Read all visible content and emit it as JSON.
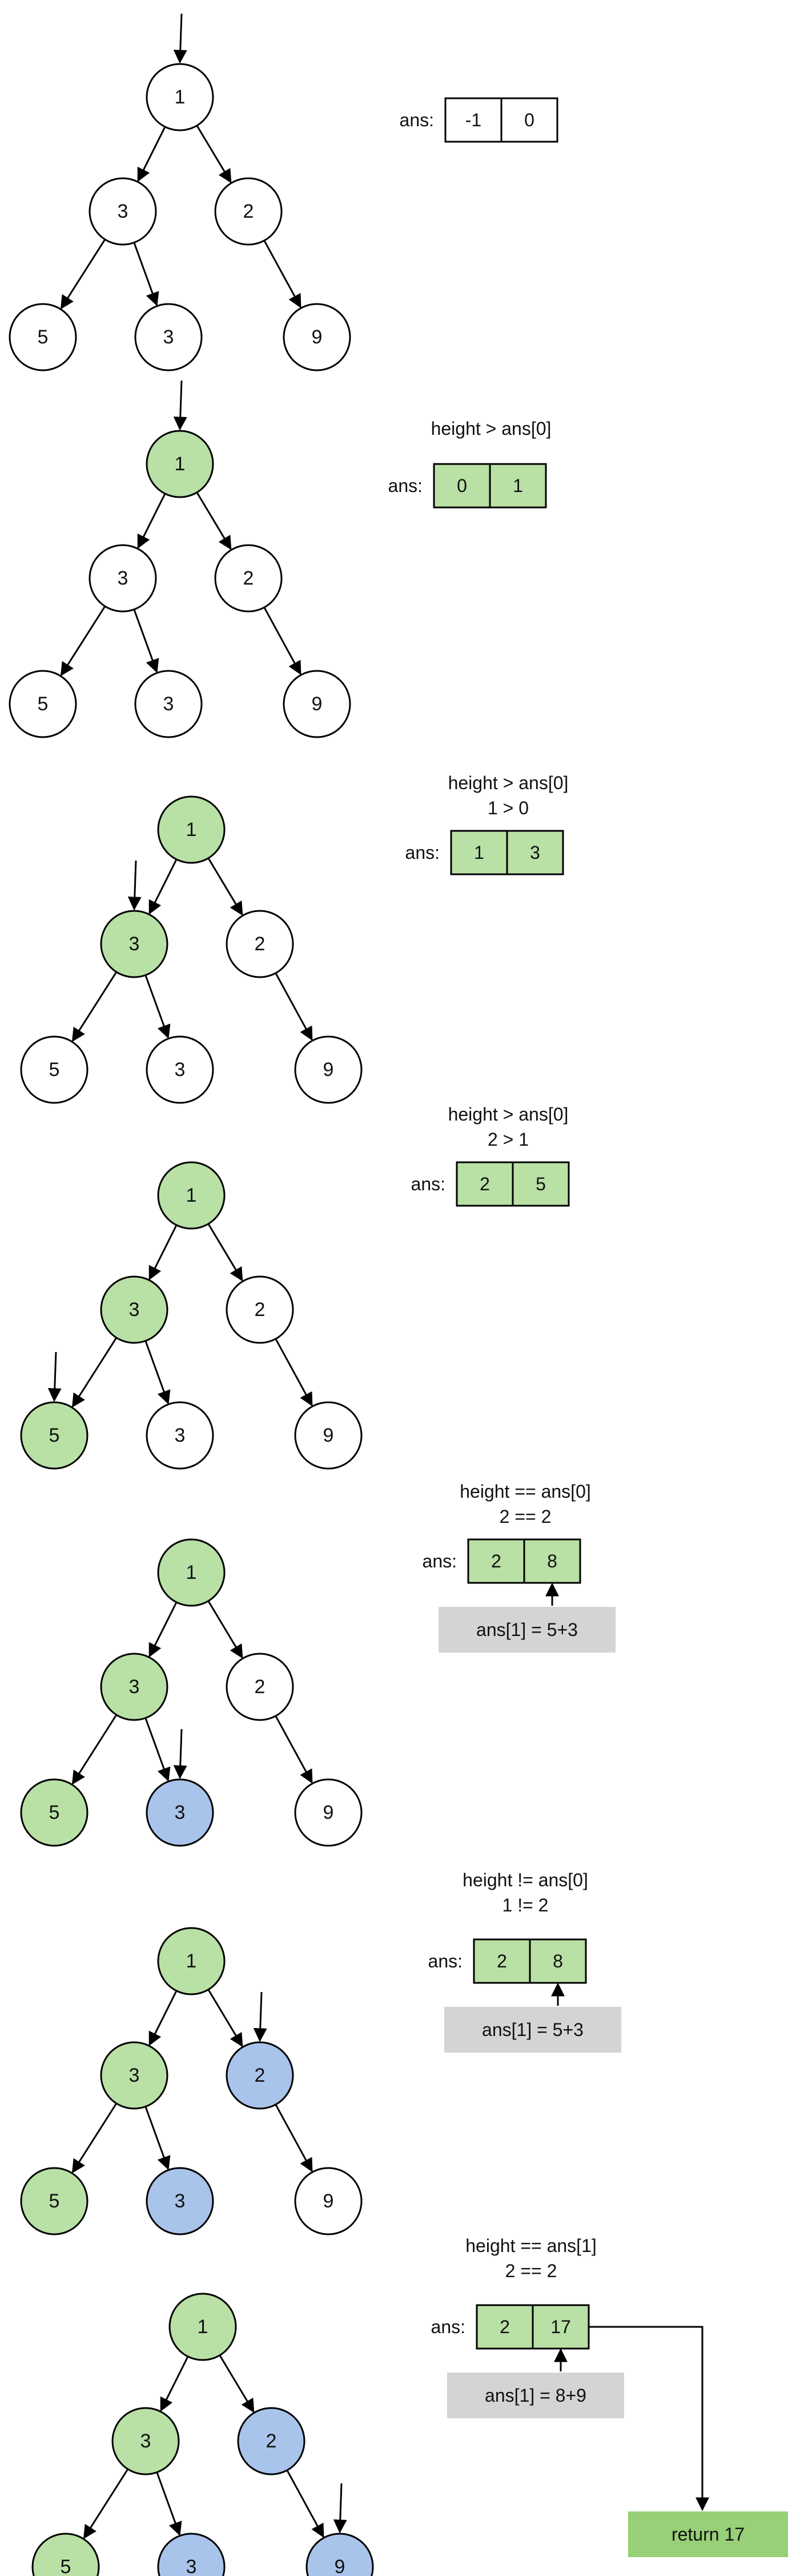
{
  "colors": {
    "green": "#b9e0a5",
    "blue": "#a9c4eb",
    "white": "#ffffff",
    "gray": "#d4d4d4",
    "return_green": "#97d077",
    "stroke": "#000000"
  },
  "ans_label": "ans:",
  "panels": [
    {
      "nodes": [
        {
          "v": "1",
          "c": "white"
        },
        {
          "v": "3",
          "c": "white"
        },
        {
          "v": "2",
          "c": "white"
        },
        {
          "v": "5",
          "c": "white"
        },
        {
          "v": "3",
          "c": "white"
        },
        {
          "v": "9",
          "c": "white"
        }
      ],
      "pointer": 0,
      "conditions": [],
      "ans": [
        {
          "v": "-1",
          "c": "white"
        },
        {
          "v": "0",
          "c": "white"
        }
      ],
      "note": null
    },
    {
      "nodes": [
        {
          "v": "1",
          "c": "green"
        },
        {
          "v": "3",
          "c": "white"
        },
        {
          "v": "2",
          "c": "white"
        },
        {
          "v": "5",
          "c": "white"
        },
        {
          "v": "3",
          "c": "white"
        },
        {
          "v": "9",
          "c": "white"
        }
      ],
      "pointer": 0,
      "conditions": [
        "height > ans[0]"
      ],
      "ans": [
        {
          "v": "0",
          "c": "green"
        },
        {
          "v": "1",
          "c": "green"
        }
      ],
      "note": null
    },
    {
      "nodes": [
        {
          "v": "1",
          "c": "green"
        },
        {
          "v": "3",
          "c": "green"
        },
        {
          "v": "2",
          "c": "white"
        },
        {
          "v": "5",
          "c": "white"
        },
        {
          "v": "3",
          "c": "white"
        },
        {
          "v": "9",
          "c": "white"
        }
      ],
      "pointer": 1,
      "conditions": [
        "height > ans[0]",
        "1 > 0"
      ],
      "ans": [
        {
          "v": "1",
          "c": "green"
        },
        {
          "v": "3",
          "c": "green"
        }
      ],
      "note": null
    },
    {
      "nodes": [
        {
          "v": "1",
          "c": "green"
        },
        {
          "v": "3",
          "c": "green"
        },
        {
          "v": "2",
          "c": "white"
        },
        {
          "v": "5",
          "c": "green"
        },
        {
          "v": "3",
          "c": "white"
        },
        {
          "v": "9",
          "c": "white"
        }
      ],
      "pointer": 3,
      "conditions": [
        "height > ans[0]",
        "2 > 1"
      ],
      "ans": [
        {
          "v": "2",
          "c": "green"
        },
        {
          "v": "5",
          "c": "green"
        }
      ],
      "note": null
    },
    {
      "nodes": [
        {
          "v": "1",
          "c": "green"
        },
        {
          "v": "3",
          "c": "green"
        },
        {
          "v": "2",
          "c": "white"
        },
        {
          "v": "5",
          "c": "green"
        },
        {
          "v": "3",
          "c": "blue"
        },
        {
          "v": "9",
          "c": "white"
        }
      ],
      "pointer": 4,
      "conditions": [
        "height == ans[0]",
        "2 == 2"
      ],
      "ans": [
        {
          "v": "2",
          "c": "green"
        },
        {
          "v": "8",
          "c": "green"
        }
      ],
      "note": "ans[1] = 5+3"
    },
    {
      "nodes": [
        {
          "v": "1",
          "c": "green"
        },
        {
          "v": "3",
          "c": "green"
        },
        {
          "v": "2",
          "c": "blue"
        },
        {
          "v": "5",
          "c": "green"
        },
        {
          "v": "3",
          "c": "blue"
        },
        {
          "v": "9",
          "c": "white"
        }
      ],
      "pointer": 2,
      "conditions": [
        "height != ans[0]",
        "1 != 2"
      ],
      "ans": [
        {
          "v": "2",
          "c": "green"
        },
        {
          "v": "8",
          "c": "green"
        }
      ],
      "note": "ans[1] = 5+3"
    },
    {
      "nodes": [
        {
          "v": "1",
          "c": "green"
        },
        {
          "v": "3",
          "c": "green"
        },
        {
          "v": "2",
          "c": "blue"
        },
        {
          "v": "5",
          "c": "green"
        },
        {
          "v": "3",
          "c": "blue"
        },
        {
          "v": "9",
          "c": "blue"
        }
      ],
      "pointer": 5,
      "conditions": [
        "height == ans[1]",
        "2 == 2"
      ],
      "ans": [
        {
          "v": "2",
          "c": "green"
        },
        {
          "v": "17",
          "c": "green"
        }
      ],
      "note": "ans[1] = 8+9"
    }
  ],
  "return_label": "return  17"
}
